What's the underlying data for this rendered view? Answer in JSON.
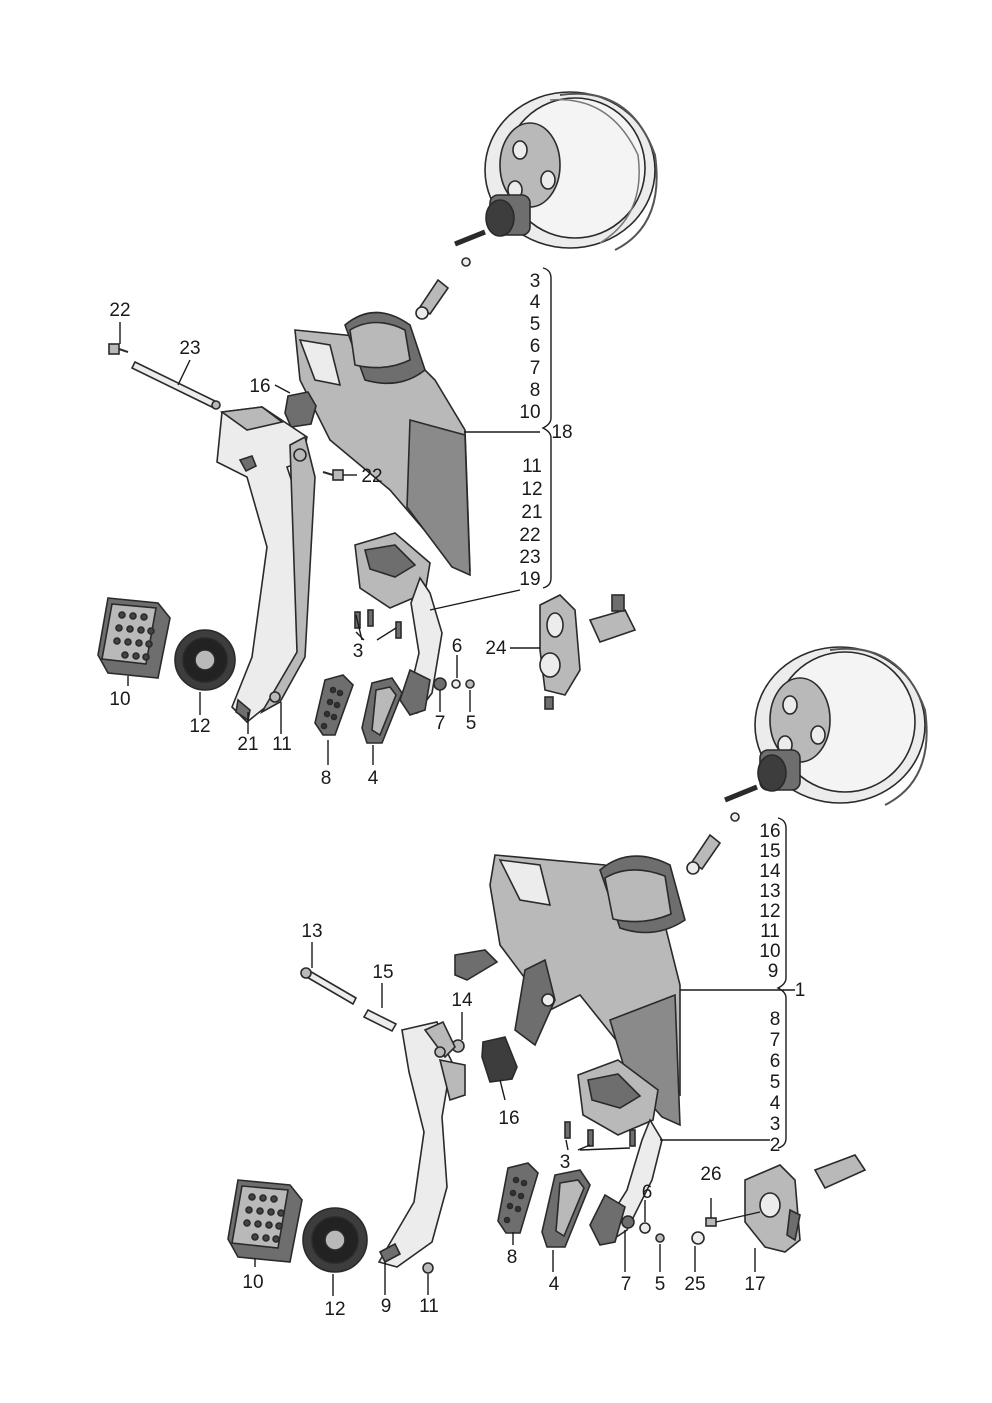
{
  "diagram": {
    "top_assembly": {
      "callouts": [
        "22",
        "23",
        "16",
        "22",
        "3",
        "10",
        "12",
        "21",
        "11",
        "8",
        "4",
        "7",
        "6",
        "5",
        "24"
      ],
      "bracket_group_a": [
        "3",
        "4",
        "5",
        "6",
        "7",
        "8",
        "10"
      ],
      "bracket_group_a_ref": "18",
      "bracket_group_b": [
        "11",
        "12",
        "21",
        "22",
        "23",
        "19"
      ]
    },
    "bottom_assembly": {
      "callouts": [
        "13",
        "15",
        "14",
        "16",
        "3",
        "10",
        "12",
        "9",
        "11",
        "8",
        "4",
        "7",
        "6",
        "5",
        "25",
        "26",
        "17"
      ],
      "bracket_group_a": [
        "16",
        "15",
        "14",
        "13",
        "12",
        "11",
        "10",
        "9"
      ],
      "bracket_group_a_ref": "1",
      "bracket_group_b": [
        "8",
        "7",
        "6",
        "5",
        "4",
        "3",
        "2"
      ]
    }
  }
}
